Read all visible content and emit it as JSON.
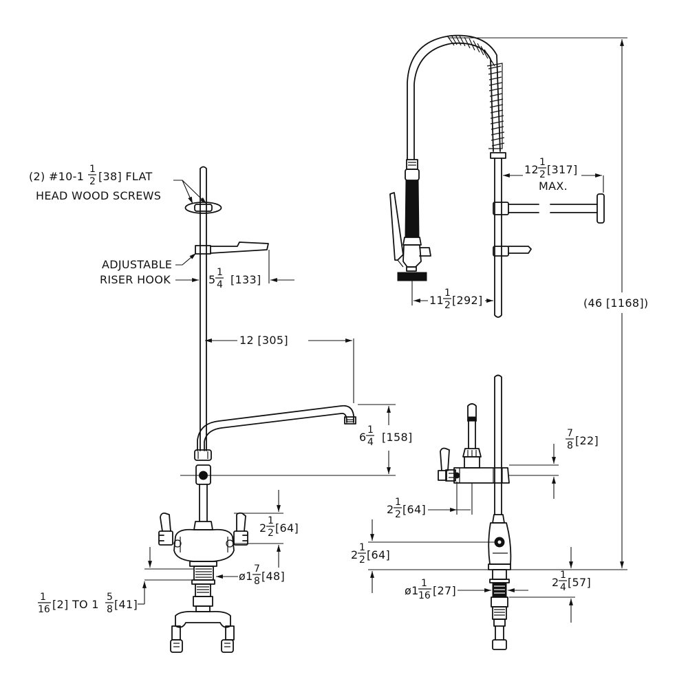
{
  "labels": {
    "screws_line1": "(2) #10-1",
    "screws_frac_num": "1",
    "screws_frac_den": "2",
    "screws_line1_tail": "[38] FLAT",
    "screws_line2": "HEAD WOOD SCREWS",
    "riser_hook_line1": "ADJUSTABLE",
    "riser_hook_line2": "RISER HOOK",
    "hook_dim_whole": "5",
    "hook_dim_num": "1",
    "hook_dim_den": "4",
    "hook_dim_metric": "[133]",
    "spout_reach": "12 [305]",
    "spout_height_whole": "6",
    "spout_height_num": "1",
    "spout_height_den": "4",
    "spout_height_metric": "[158]",
    "center_height_whole": "2",
    "center_height_num": "1",
    "center_height_den": "2",
    "center_height_metric": "[64]",
    "flange_dia_prefix": "ø1",
    "flange_dia_num": "7",
    "flange_dia_den": "8",
    "flange_dia_metric": "[48]",
    "deck_thick_num1": "1",
    "deck_thick_den1": "16",
    "deck_thick_mid": "[2] TO 1",
    "deck_thick_num2": "5",
    "deck_thick_den2": "8",
    "deck_thick_metric": "[41]",
    "wall_bracket_whole": "12",
    "wall_bracket_num": "1",
    "wall_bracket_den": "2",
    "wall_bracket_metric": "[317]",
    "wall_bracket_max": "MAX.",
    "spray_reach_whole": "11",
    "spray_reach_num": "1",
    "spray_reach_den": "2",
    "spray_reach_metric": "[292]",
    "overall_height": "(46 [1168])",
    "inlet_offset_num": "7",
    "inlet_offset_den": "8",
    "inlet_offset_metric": "[22]",
    "valve_reach_whole": "2",
    "valve_reach_num": "1",
    "valve_reach_den": "2",
    "valve_reach_metric": "[64]",
    "base_height_whole": "2",
    "base_height_num": "1",
    "base_height_den": "2",
    "base_height_metric": "[64]",
    "shank_dia_prefix": "ø1",
    "shank_dia_num": "1",
    "shank_dia_den": "16",
    "shank_dia_metric": "[27]",
    "shank_len_whole": "2",
    "shank_len_num": "1",
    "shank_len_den": "4",
    "shank_len_metric": "[57]"
  }
}
